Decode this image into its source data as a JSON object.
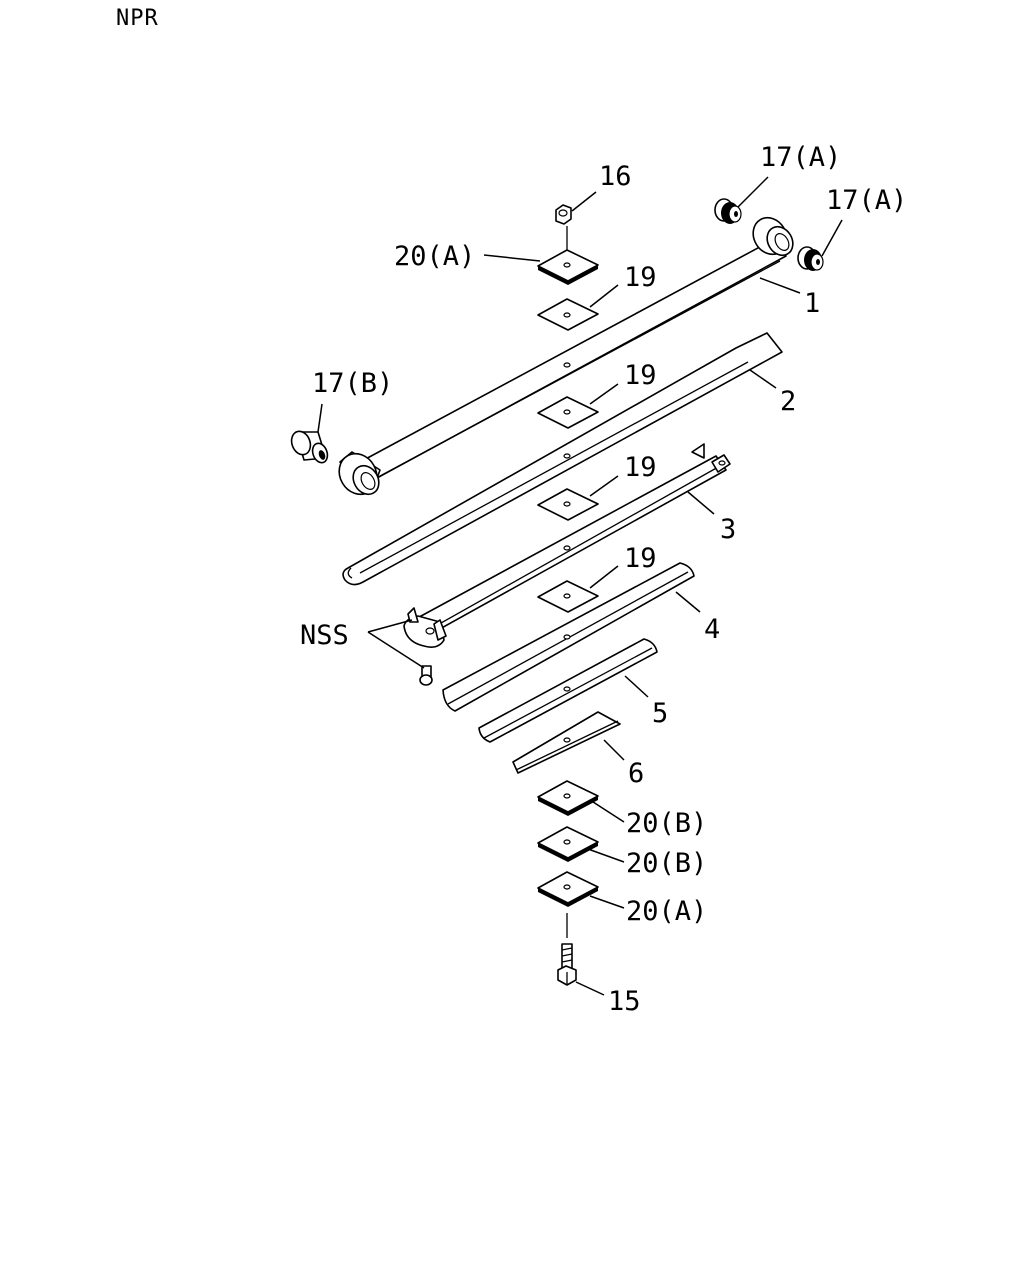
{
  "model": "NPR",
  "callouts": {
    "c16": "16",
    "c17a_top": "17(A)",
    "c17a_right": "17(A)",
    "c17b": "17(B)",
    "c20a_top": "20(A)",
    "c19_1": "19",
    "c19_2": "19",
    "c19_3": "19",
    "c19_4": "19",
    "c1": "1",
    "c2": "2",
    "c3": "3",
    "c4": "4",
    "c5": "5",
    "c6": "6",
    "nss": "NSS",
    "c20b_1": "20(B)",
    "c20b_2": "20(B)",
    "c20a_bottom": "20(A)",
    "c15": "15"
  }
}
